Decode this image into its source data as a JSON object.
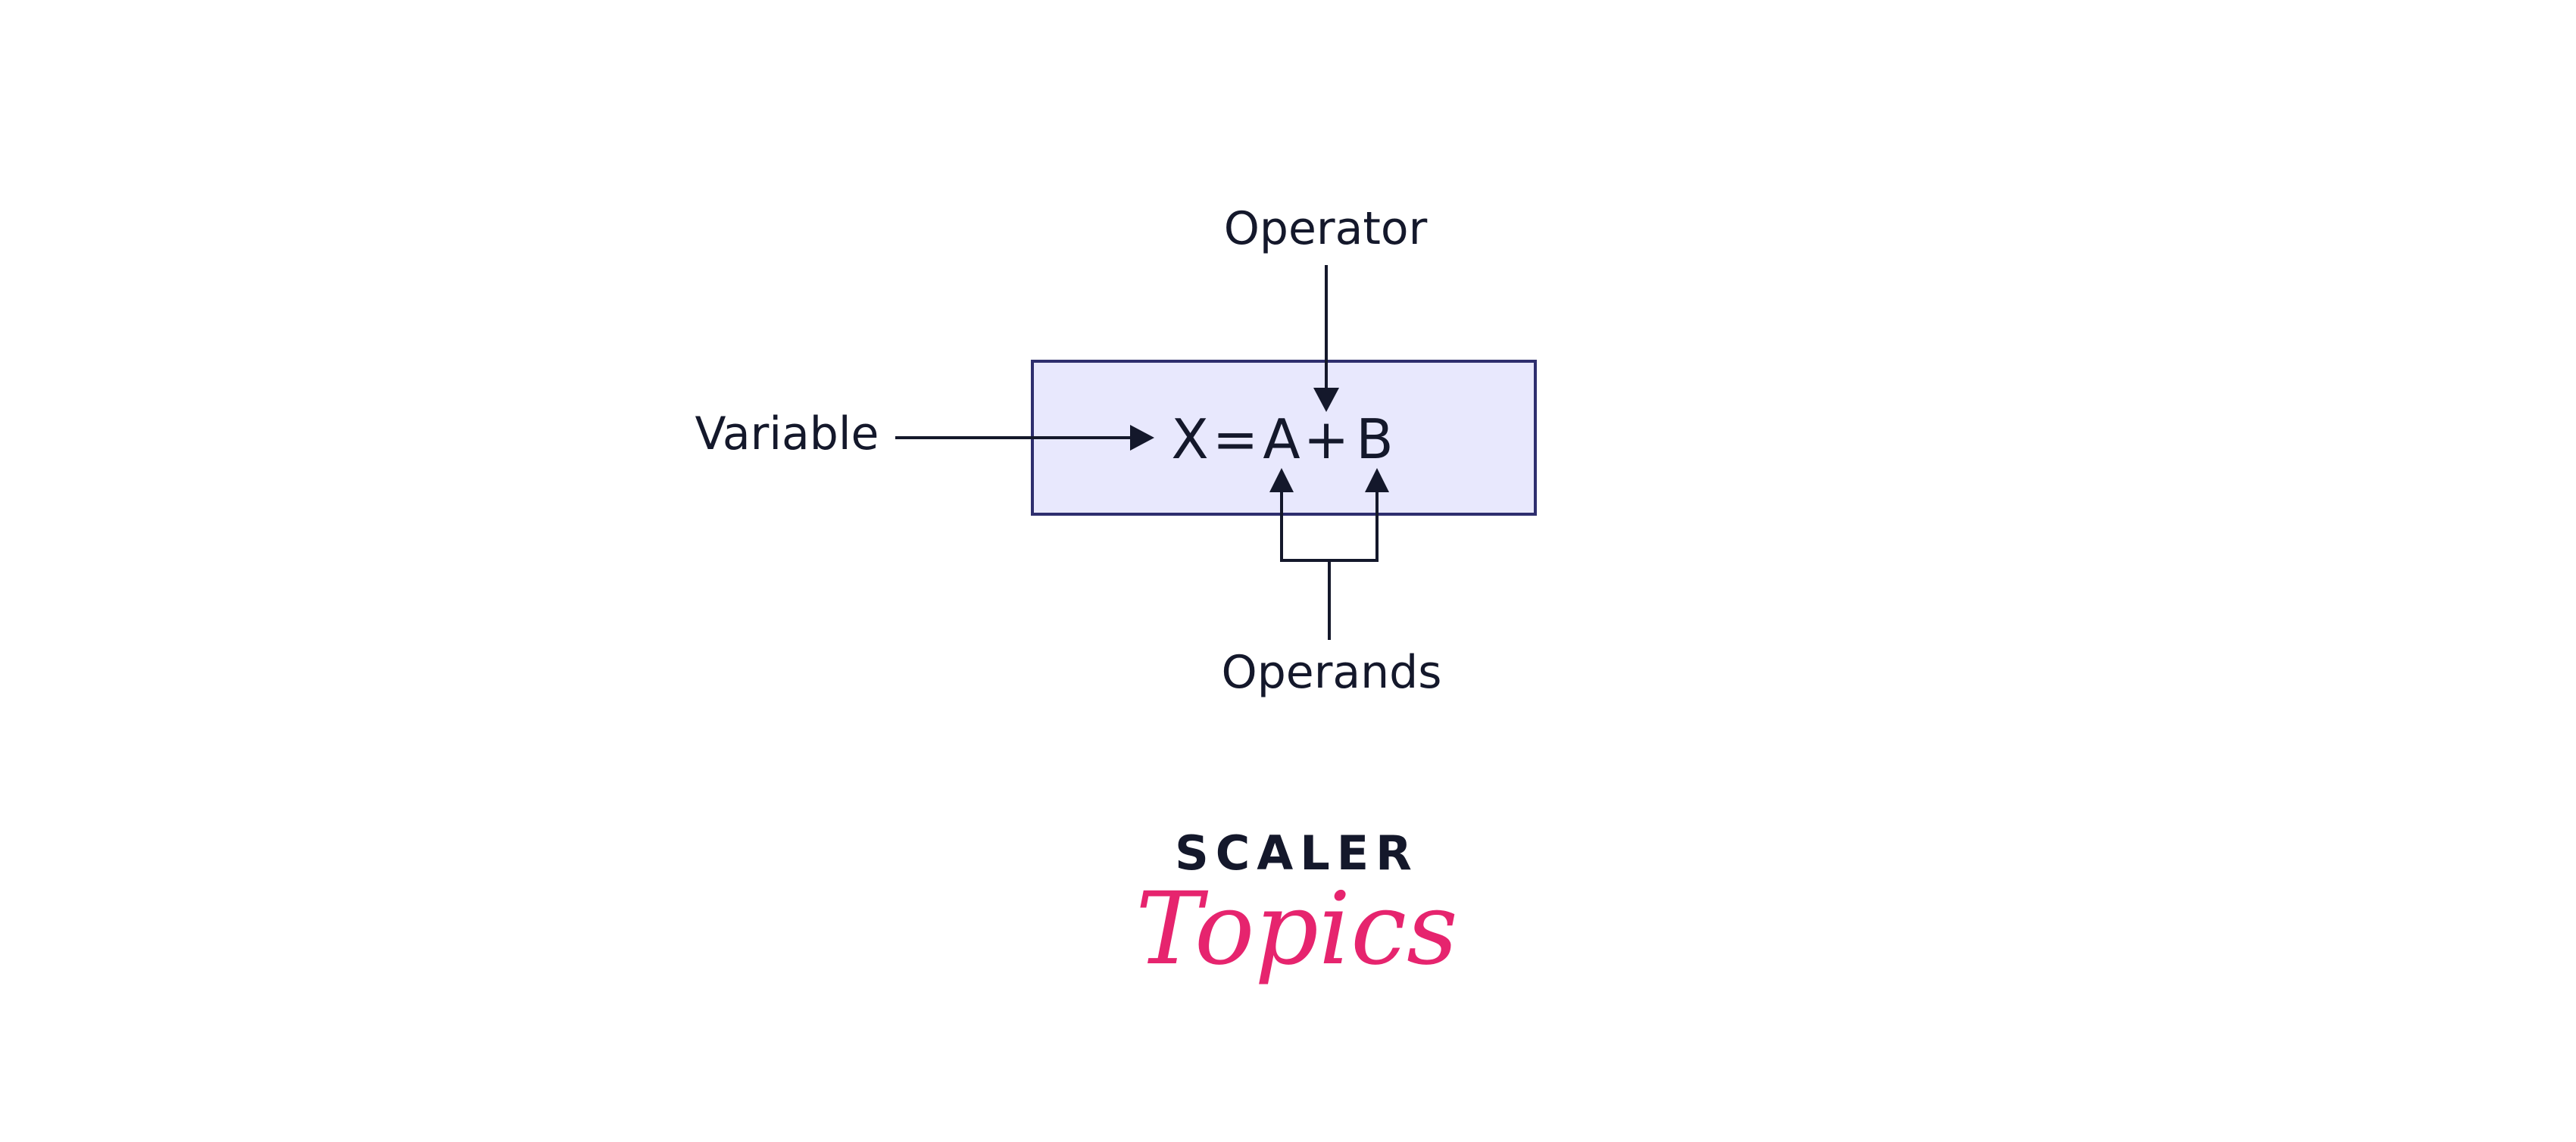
{
  "diagram": {
    "labels": {
      "operator": "Operator",
      "variable": "Variable",
      "operands": "Operands"
    },
    "expression": {
      "x": "X",
      "equals": "=",
      "a": "A",
      "plus": "+",
      "b": "B"
    },
    "colors": {
      "box_fill": "#E8E8FD",
      "box_border": "#2E2E6E",
      "ink": "#14182B",
      "brand_pink": "#E6246E"
    }
  },
  "brand": {
    "name": "SCALER",
    "script": "Topics"
  }
}
